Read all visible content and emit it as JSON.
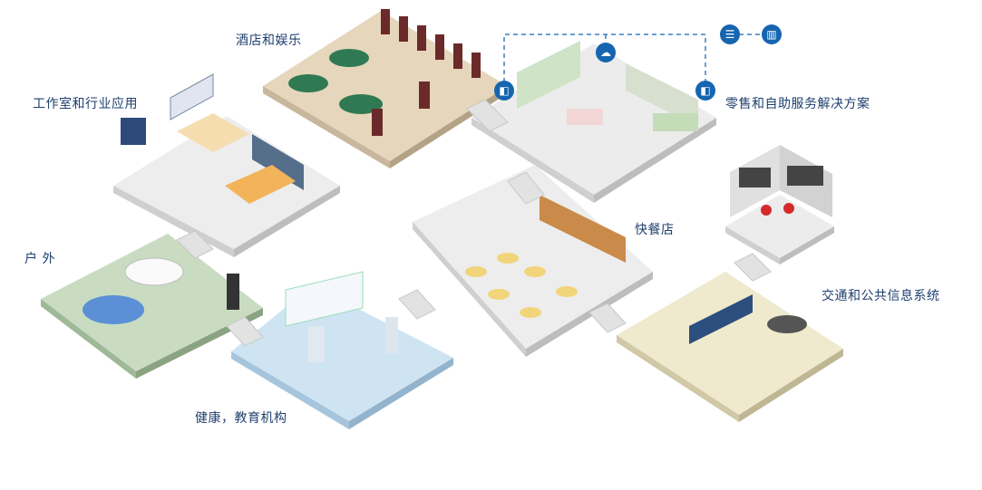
{
  "labels": {
    "hotel": "酒店和娱乐",
    "studio": "工作室和行业应用",
    "retail": "零售和自助服务解决方案",
    "fastfood": "快餐店",
    "outdoor": "户  外",
    "transport": "交通和公共信息系统",
    "health": "健康，教育机构"
  },
  "icons": {
    "server": "server-icon",
    "chart": "chart-icon",
    "camera": "camera-icon",
    "cloud": "cloud-icon"
  },
  "colors": {
    "label": "#1f3f6e",
    "accent": "#1565b0"
  }
}
